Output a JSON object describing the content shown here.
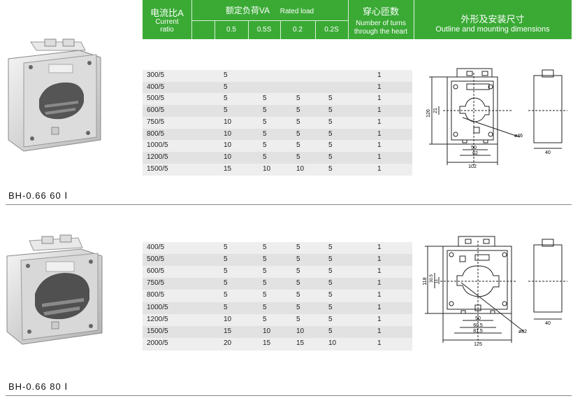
{
  "header": {
    "ratio_cn": "电流比A",
    "ratio_en": "Current ratio",
    "load_cn": "额定负荷VA",
    "load_en": "Rated load",
    "classes": [
      "0.5",
      "0.5S",
      "0.2",
      "0.2S"
    ],
    "turns_cn": "穿心匝数",
    "turns_en": "Number of turns through the heart",
    "dim_cn": "外形及安装尺寸",
    "dim_en": "Outline and mounting dimensions"
  },
  "sections": [
    {
      "model": "BH-0.66 60 Ⅰ",
      "rows": [
        [
          "300/5",
          "5",
          "",
          "",
          "",
          "1"
        ],
        [
          "400/5",
          "5",
          "",
          "",
          "",
          "1"
        ],
        [
          "500/5",
          "5",
          "5",
          "5",
          "5",
          "1"
        ],
        [
          "600/5",
          "5",
          "5",
          "5",
          "5",
          "1"
        ],
        [
          "750/5",
          "10",
          "5",
          "5",
          "5",
          "1"
        ],
        [
          "800/5",
          "10",
          "5",
          "5",
          "5",
          "1"
        ],
        [
          "1000/5",
          "10",
          "5",
          "5",
          "5",
          "1"
        ],
        [
          "1200/5",
          "10",
          "5",
          "5",
          "5",
          "1"
        ],
        [
          "1500/5",
          "15",
          "10",
          "10",
          "5",
          "1"
        ]
      ],
      "dims": {
        "height": "126",
        "window": "21",
        "hole": "ø46",
        "d1": "50",
        "d2": "62",
        "d3": "102",
        "depth": "40"
      }
    },
    {
      "model": "BH-0.66 80 Ⅰ",
      "rows": [
        [
          "400/5",
          "5",
          "5",
          "5",
          "5",
          "1"
        ],
        [
          "500/5",
          "5",
          "5",
          "5",
          "5",
          "1"
        ],
        [
          "600/5",
          "5",
          "5",
          "5",
          "5",
          "1"
        ],
        [
          "750/5",
          "5",
          "5",
          "5",
          "5",
          "1"
        ],
        [
          "800/5",
          "5",
          "5",
          "5",
          "5",
          "1"
        ],
        [
          "1000/5",
          "5",
          "5",
          "5",
          "5",
          "1"
        ],
        [
          "1200/5",
          "10",
          "5",
          "5",
          "5",
          "1"
        ],
        [
          "1500/5",
          "15",
          "10",
          "10",
          "5",
          "1"
        ],
        [
          "2000/5",
          "20",
          "15",
          "15",
          "10",
          "1"
        ]
      ],
      "dims": {
        "height": "118",
        "window1": "30.5",
        "window2": "11",
        "hole": "ø82",
        "d1": "50",
        "d2": "60.5",
        "d3": "81.5",
        "d4": "125",
        "depth": "40"
      }
    }
  ],
  "colors": {
    "header_green": "#3aaa35",
    "row_odd": "#eeeeee",
    "row_even": "#e2e2e2"
  }
}
